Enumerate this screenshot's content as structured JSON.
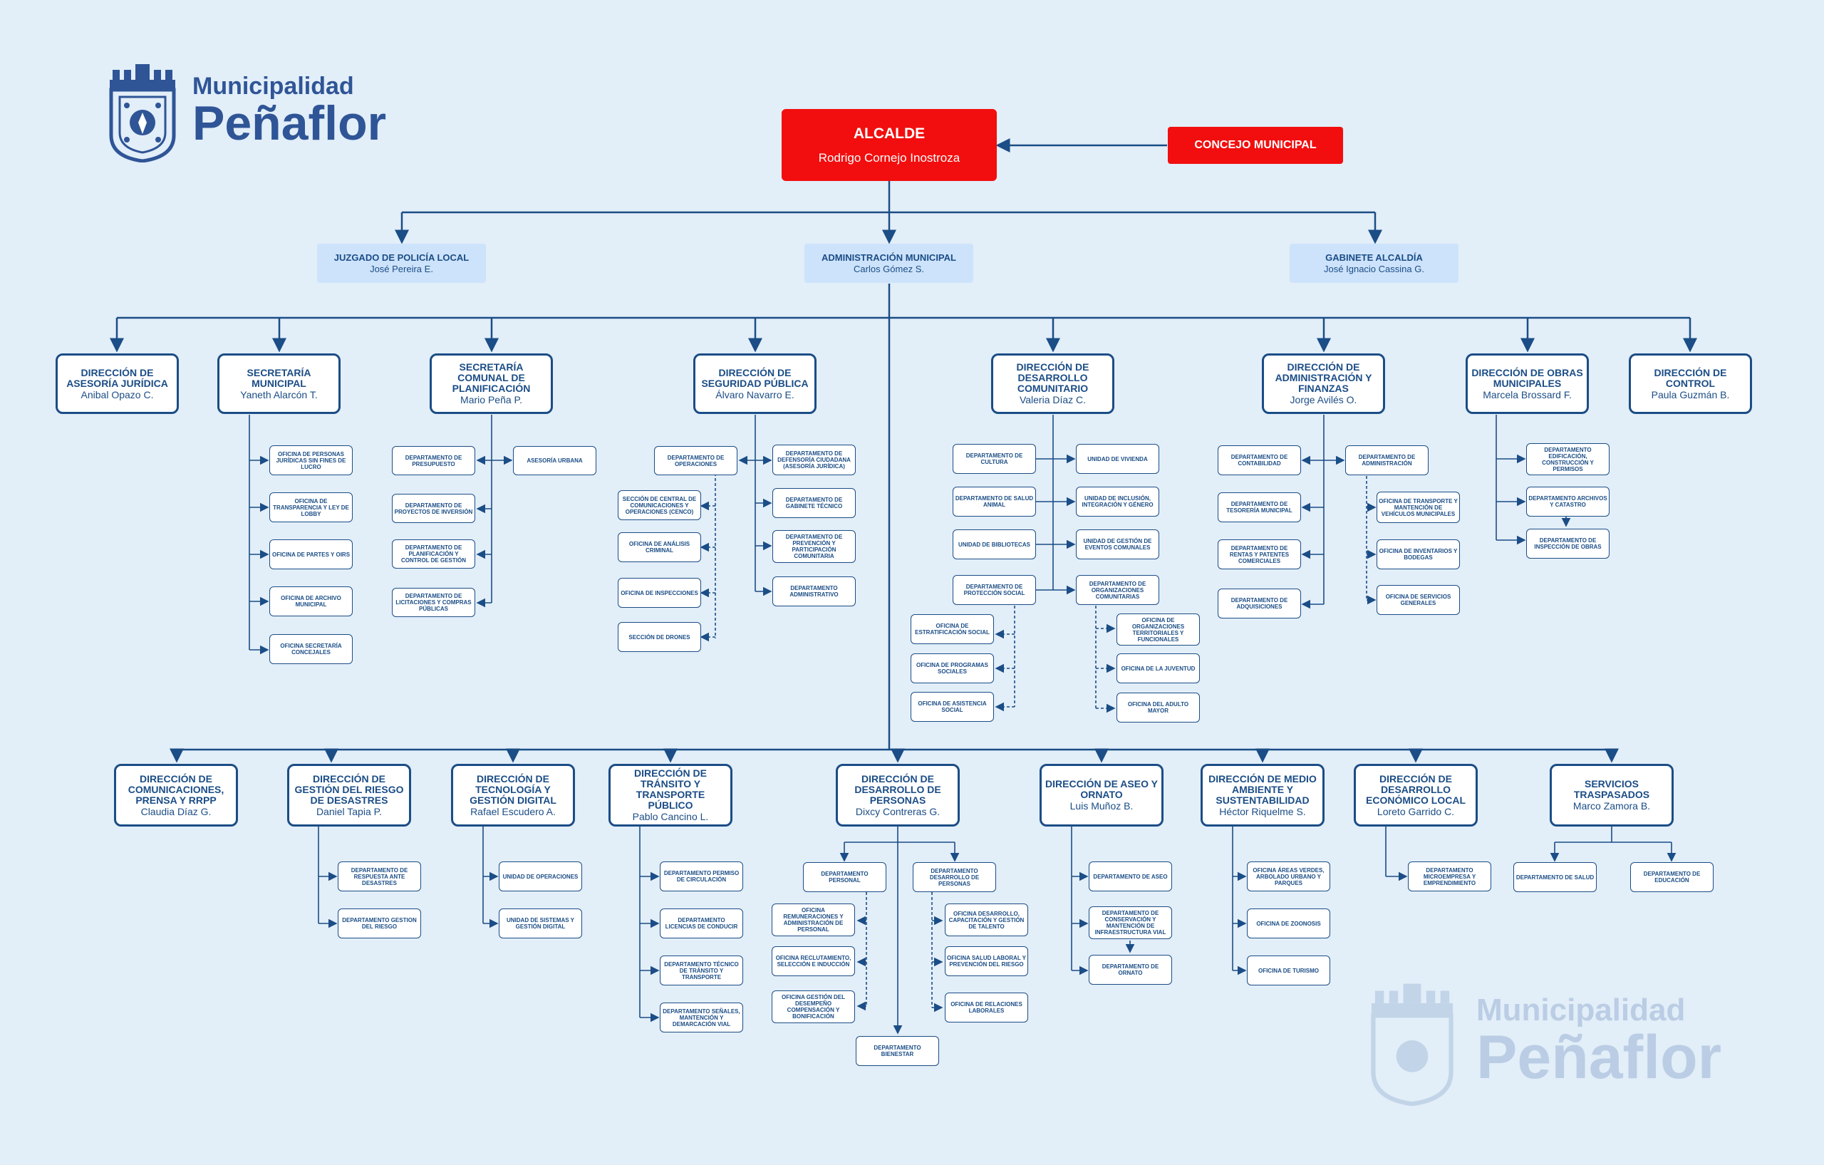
{
  "logo": {
    "line1": "Municipalidad",
    "line2": "Peñaflor"
  },
  "colors": {
    "navy": "#1b4d86",
    "red": "#f20e0e",
    "light_blue": "#cde3fb",
    "background": "#e2eef8"
  },
  "alcalde": {
    "title": "ALCALDE",
    "name": "Rodrigo Cornejo Inostroza"
  },
  "concejo": {
    "title": "CONCEJO MUNICIPAL"
  },
  "tier1": [
    {
      "title": "JUZGADO DE POLICÍA LOCAL",
      "name": "José Pereira E."
    },
    {
      "title": "ADMINISTRACIÓN MUNICIPAL",
      "name": "Carlos Gómez S."
    },
    {
      "title": "GABINETE ALCALDÍA",
      "name": "José Ignacio Cassina G."
    }
  ],
  "upper_directions": [
    {
      "title": "DIRECCIÓN DE ASESORÍA JURÍDICA",
      "name": "Anibal Opazo C."
    },
    {
      "title": "SECRETARÍA MUNICIPAL",
      "name": "Yaneth Alarcón T."
    },
    {
      "title": "SECRETARÍA COMUNAL DE PLANIFICACIÓN",
      "name": "Mario Peña P."
    },
    {
      "title": "DIRECCIÓN DE SEGURIDAD PÚBLICA",
      "name": "Álvaro Navarro E."
    },
    {
      "title": "DIRECCIÓN DE DESARROLLO COMUNITARIO",
      "name": "Valeria Díaz C."
    },
    {
      "title": "DIRECCIÓN DE ADMINISTRACIÓN Y FINANZAS",
      "name": "Jorge Avilés O."
    },
    {
      "title": "DIRECCIÓN DE OBRAS MUNICIPALES",
      "name": "Marcela Brossard F."
    },
    {
      "title": "DIRECCIÓN DE CONTROL",
      "name": "Paula Guzmán B."
    }
  ],
  "secmun_units": [
    "OFICINA DE PERSONAS JURÍDICAS SIN FINES DE LUCRO",
    "OFICINA DE TRANSPARENCIA Y LEY DE LOBBY",
    "OFICINA DE PARTES Y OIRS",
    "OFICINA DE ARCHIVO MUNICIPAL",
    "OFICINA SECRETARÍA CONCEJALES"
  ],
  "secplan_units": [
    "DEPARTAMENTO DE PRESUPUESTO",
    "DEPARTAMENTO DE PROYECTOS DE INVERSIÓN",
    "DEPARTAMENTO DE PLANIFICACIÓN Y CONTROL DE GESTIÓN",
    "DEPARTAMENTO DE LICITACIONES Y COMPRAS PÚBLICAS"
  ],
  "secplan_asesoria": "ASESORÍA URBANA",
  "seguridad_ops": "DEPARTAMENTO DE OPERACIONES",
  "seguridad_ops_units": [
    "SECCIÓN DE CENTRAL DE COMUNICACIONES Y OPERACIONES (CENCO)",
    "OFICINA DE ANÁLISIS CRIMINAL",
    "OFICINA DE INSPECCIONES",
    "SECCIÓN DE DRONES"
  ],
  "seguridad_right": [
    "DEPARTAMENTO DE DEFENSORÍA CIUDADANA (ASESORÍA JURÍDICA)",
    "DEPARTAMENTO DE GABINETE TÉCNICO",
    "DEPARTAMENTO DE PREVENCIÓN Y PARTICIPACIÓN COMUNITARIA",
    "DEPARTAMENTO ADMINISTRATIVO"
  ],
  "dideco_left": [
    "DEPARTAMENTO DE CULTURA",
    "DEPARTAMENTO DE SALUD ANIMAL",
    "UNIDAD DE BIBLIOTECAS",
    "DEPARTAMENTO DE PROTECCIÓN SOCIAL"
  ],
  "dideco_right": [
    "UNIDAD DE VIVIENDA",
    "UNIDAD DE INCLUSIÓN, INTEGRACIÓN Y GÉNERO",
    "UNIDAD DE GESTIÓN DE EVENTOS COMUNALES",
    "DEPARTAMENTO DE ORGANIZACIONES COMUNITARIAS"
  ],
  "dideco_proteccion_units": [
    "OFICINA DE ESTRATIFICACIÓN SOCIAL",
    "OFICINA DE PROGRAMAS SOCIALES",
    "OFICINA DE ASISTENCIA SOCIAL"
  ],
  "dideco_org_units": [
    "OFICINA DE ORGANIZACIONES TERRITORIALES Y FUNCIONALES",
    "OFICINA DE LA JUVENTUD",
    "OFICINA DEL ADULTO MAYOR"
  ],
  "daf_left": [
    "DEPARTAMENTO DE CONTABILIDAD",
    "DEPARTAMENTO DE TESORERÍA MUNICIPAL",
    "DEPARTAMENTO DE RENTAS Y PATENTES COMERCIALES",
    "DEPARTAMENTO DE ADQUISICIONES"
  ],
  "daf_admin": "DEPARTAMENTO DE ADMINISTRACIÓN",
  "daf_admin_units": [
    "OFICINA DE TRANSPORTE Y MANTENCIÓN DE VEHÍCULOS MUNICIPALES",
    "OFICINA DE INVENTARIOS Y BODEGAS",
    "OFICINA DE SERVICIOS GENERALES"
  ],
  "dom_units": [
    "DEPARTAMENTO EDIFICACIÓN, CONSTRUCCIÓN Y PERMISOS",
    "DEPARTAMENTO ARCHIVOS Y CATASTRO",
    "DEPARTAMENTO DE INSPECCIÓN DE OBRAS"
  ],
  "lower_directions": [
    {
      "title": "DIRECCIÓN DE COMUNICACIONES, PRENSA Y RRPP",
      "name": "Claudia Díaz G."
    },
    {
      "title": "DIRECCIÓN DE GESTIÓN DEL RIESGO DE DESASTRES",
      "name": "Daniel Tapia P."
    },
    {
      "title": "DIRECCIÓN DE TECNOLOGÍA Y GESTIÓN DIGITAL",
      "name": "Rafael Escudero A."
    },
    {
      "title": "DIRECCIÓN DE TRÁNSITO Y TRANSPORTE PÚBLICO",
      "name": "Pablo Cancino L."
    },
    {
      "title": "DIRECCIÓN DE DESARROLLO DE PERSONAS",
      "name": "Dixcy Contreras G."
    },
    {
      "title": "DIRECCIÓN DE ASEO Y ORNATO",
      "name": "Luis Muñoz B."
    },
    {
      "title": "DIRECCIÓN DE MEDIO AMBIENTE Y SUSTENTABILIDAD",
      "name": "Héctor Riquelme S."
    },
    {
      "title": "DIRECCIÓN DE DESARROLLO ECONÓMICO LOCAL",
      "name": "Loreto Garrido C."
    },
    {
      "title": "SERVICIOS TRASPASADOS",
      "name": "Marco Zamora B."
    }
  ],
  "riesgo_units": [
    "DEPARTAMENTO DE RESPUESTA ANTE DESASTRES",
    "DEPARTAMENTO GESTION DEL RIESGO"
  ],
  "tecno_units": [
    "UNIDAD DE OPERACIONES",
    "UNIDAD DE SISTEMAS Y GESTIÓN DIGITAL"
  ],
  "transito_units": [
    "DEPARTAMENTO PERMISO DE CIRCULACIÓN",
    "DEPARTAMENTO LICENCIAS DE CONDUCIR",
    "DEPARTAMENTO TÉCNICO DE TRÁNSITO Y TRANSPORTE",
    "DEPARTAMENTO SEÑALES, MANTENCIÓN Y DEMARCACIÓN VIAL"
  ],
  "personas_depts": [
    "DEPARTAMENTO PERSONAL",
    "DEPARTAMENTO DESARROLLO DE PERSONAS",
    "DEPARTAMENTO BIENESTAR"
  ],
  "personas_personal_units": [
    "OFICINA REMUNERACIONES Y ADMINISTRACIÓN DE PERSONAL",
    "OFICINA RECLUTAMIENTO, SELECCIÓN E INDUCCIÓN",
    "OFICINA GESTIÓN DEL DESEMPEÑO COMPENSACIÓN Y BONIFICACIÓN"
  ],
  "personas_desarrollo_units": [
    "OFICINA DESARROLLO, CAPACITACIÓN Y GESTIÓN DE TALENTO",
    "OFICINA SALUD LABORAL Y PREVENCIÓN DEL RIESGO",
    "OFICINA DE RELACIONES LABORALES"
  ],
  "aseo_units": [
    "DEPARTAMENTO DE ASEO",
    "DEPARTAMENTO DE CONSERVACIÓN Y MANTENCIÓN DE INFRAESTRUCTURA VIAL",
    "DEPARTAMENTO DE ORNATO"
  ],
  "medio_units": [
    "OFICINA ÁREAS VERDES, ARBOLADO URBANO Y PARQUES",
    "OFICINA DE ZOONOSIS",
    "OFICINA DE TURISMO"
  ],
  "economico_units": [
    "DEPARTAMENTO MICROEMPRESA Y EMPRENDIMIENTO"
  ],
  "traspasados_units": [
    "DEPARTAMENTO DE SALUD",
    "DEPARTAMENTO DE EDUCACIÓN"
  ]
}
